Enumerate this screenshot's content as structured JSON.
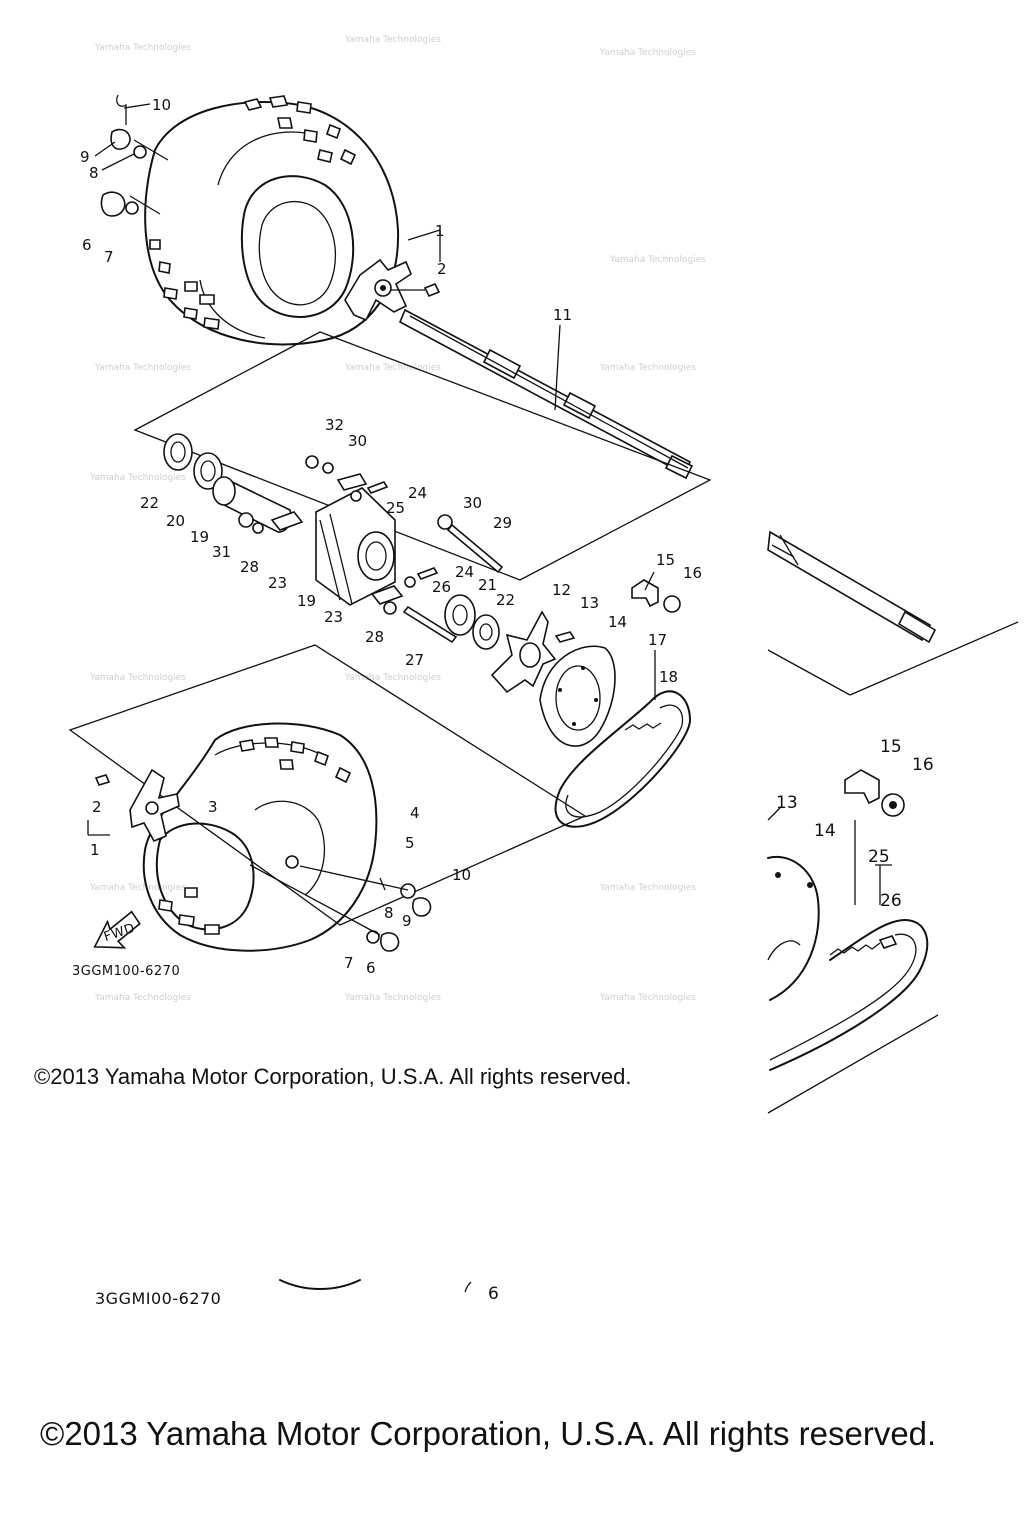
{
  "diagram": {
    "drawing_code_main": "3GGM100-6270",
    "drawing_code_zoom": "3GGMI00-6270",
    "fwd_label": "FWD",
    "copyright_small": "©2013 Yamaha Motor Corporation, U.S.A. All rights reserved.",
    "copyright_large": "©2013 Yamaha Motor Corporation, U.S.A. All rights reserved.",
    "watermark_text": "Yamaha Technologies",
    "zoom_fragment_label": "6",
    "callouts_main": [
      {
        "id": "1",
        "label": "1"
      },
      {
        "id": "2",
        "label": "2"
      },
      {
        "id": "6",
        "label": "6"
      },
      {
        "id": "7",
        "label": "7"
      },
      {
        "id": "8",
        "label": "8"
      },
      {
        "id": "9",
        "label": "9"
      },
      {
        "id": "10",
        "label": "10"
      },
      {
        "id": "11",
        "label": "11"
      },
      {
        "id": "12",
        "label": "12"
      },
      {
        "id": "13",
        "label": "13"
      },
      {
        "id": "14",
        "label": "14"
      },
      {
        "id": "15",
        "label": "15"
      },
      {
        "id": "16",
        "label": "16"
      },
      {
        "id": "17",
        "label": "17"
      },
      {
        "id": "18",
        "label": "18"
      },
      {
        "id": "19a",
        "label": "19"
      },
      {
        "id": "19b",
        "label": "19"
      },
      {
        "id": "20",
        "label": "20"
      },
      {
        "id": "21",
        "label": "21"
      },
      {
        "id": "22a",
        "label": "22"
      },
      {
        "id": "22b",
        "label": "22"
      },
      {
        "id": "23a",
        "label": "23"
      },
      {
        "id": "23b",
        "label": "23"
      },
      {
        "id": "24a",
        "label": "24"
      },
      {
        "id": "24b",
        "label": "24"
      },
      {
        "id": "25",
        "label": "25"
      },
      {
        "id": "26",
        "label": "26"
      },
      {
        "id": "27",
        "label": "27"
      },
      {
        "id": "28a",
        "label": "28"
      },
      {
        "id": "28b",
        "label": "28"
      },
      {
        "id": "29",
        "label": "29"
      },
      {
        "id": "30a",
        "label": "30"
      },
      {
        "id": "30b",
        "label": "30"
      },
      {
        "id": "31",
        "label": "31"
      },
      {
        "id": "32",
        "label": "32"
      },
      {
        "id": "1b",
        "label": "1"
      },
      {
        "id": "2b",
        "label": "2"
      },
      {
        "id": "3",
        "label": "3"
      },
      {
        "id": "4",
        "label": "4"
      },
      {
        "id": "5",
        "label": "5"
      },
      {
        "id": "6b",
        "label": "6"
      },
      {
        "id": "7b",
        "label": "7"
      },
      {
        "id": "8b",
        "label": "8"
      },
      {
        "id": "9b",
        "label": "9"
      },
      {
        "id": "10b",
        "label": "10"
      }
    ],
    "callouts_zoom": [
      {
        "id": "z13",
        "label": "13"
      },
      {
        "id": "z14",
        "label": "14"
      },
      {
        "id": "z15",
        "label": "15"
      },
      {
        "id": "z16",
        "label": "16"
      },
      {
        "id": "z25",
        "label": "25"
      },
      {
        "id": "z26",
        "label": "26"
      }
    ]
  }
}
